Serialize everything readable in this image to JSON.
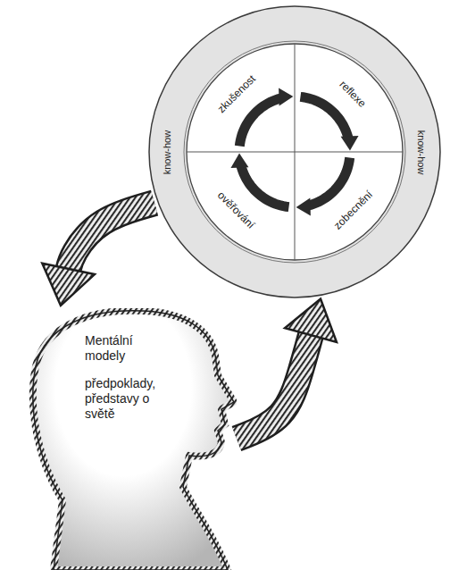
{
  "diagram": {
    "nodes": [
      {
        "text": [
          "know-how",
          "know-how"
        ]
      },
      {
        "text": [
          "zkušenost"
        ],
        "in": 0
      },
      {
        "text": [
          "reflexe"
        ],
        "in": 0
      },
      {
        "text": [
          "ověřování"
        ],
        "in": 0
      },
      {
        "text": [
          "zobecnění"
        ],
        "in": 0
      },
      {
        "text": [
          "Mentální modely",
          "předpoklady, představy o světě"
        ]
      }
    ],
    "edges": [
      {
        "from": 1,
        "to": 2,
        "arrow": "to"
      },
      {
        "from": 2,
        "to": 4,
        "arrow": "to"
      },
      {
        "from": 4,
        "to": 3,
        "arrow": "to"
      },
      {
        "from": 3,
        "to": 1,
        "arrow": "to"
      },
      {
        "from": 0,
        "to": 5,
        "arrow": "to"
      },
      {
        "from": 5,
        "to": 0,
        "arrow": "to"
      }
    ]
  }
}
